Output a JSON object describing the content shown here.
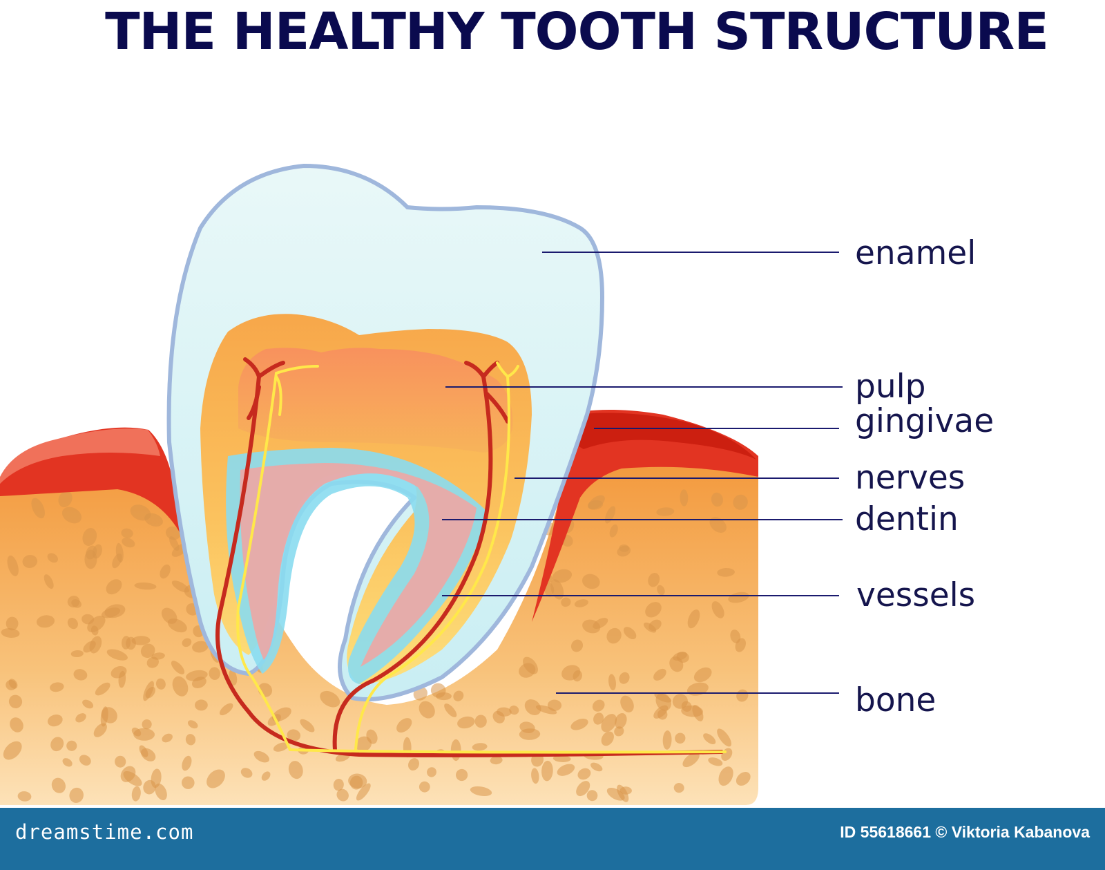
{
  "title": "THE HEALTHY TOOTH STRUCTURE",
  "labels": {
    "enamel": "enamel",
    "pulp": "pulp",
    "gingivae": "gingivae",
    "nerves": "nerves",
    "dentin": "dentin",
    "vessels": "vessels",
    "bone": "bone"
  },
  "footer": {
    "brand": "dreamstime.com",
    "credit": "ID 55618661 © Viktoria Kabanova"
  },
  "colors": {
    "title": "#0a0a4e",
    "label": "#15154d",
    "leader_line": "#1a1a6e",
    "enamel": "#d9f3f6",
    "enamel_edge": "#9fb7dc",
    "dentin": "#f7b552",
    "pulp": "#f89a6a",
    "gum": "#e0261e",
    "bone": "#f3a64b",
    "vessel": "#c62a1e",
    "nerve": "#ffe84a",
    "footer": "#1d6e9e"
  }
}
